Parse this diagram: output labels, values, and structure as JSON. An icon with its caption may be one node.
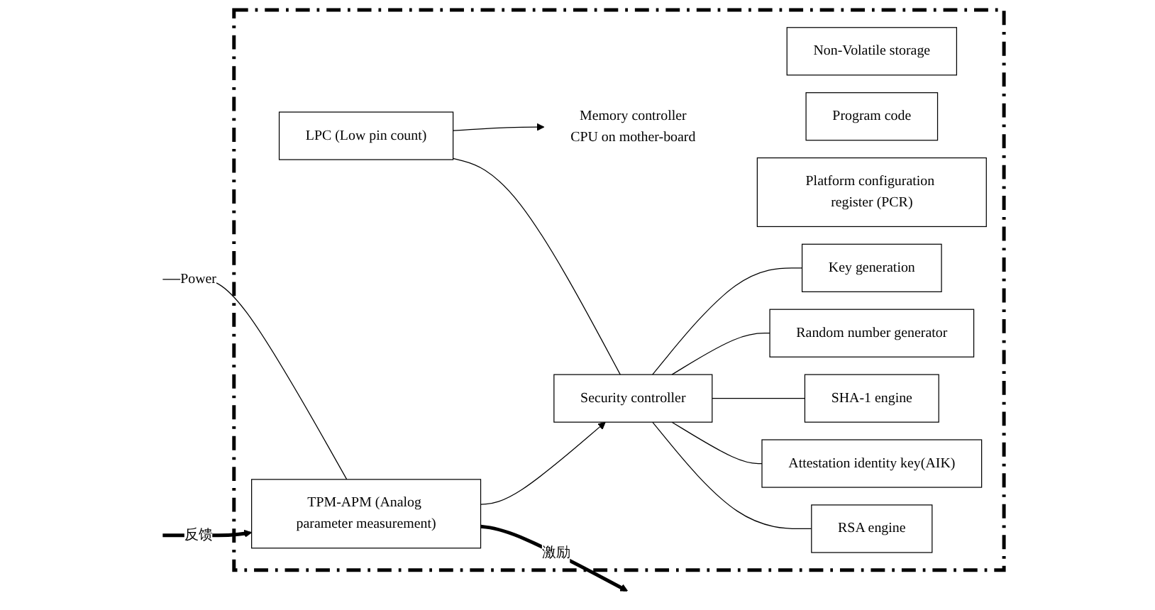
{
  "diagram": {
    "nodes": [
      {
        "text": [],
        "shape": "box"
      },
      {
        "text": [
          "Memory controller",
          "CPU on mother-board"
        ],
        "in": 0
      },
      {
        "text": [
          "LPC (Low pin count)"
        ],
        "in": 0
      },
      {
        "text": [
          "TPM-APM (Analog parameter measurement)"
        ],
        "in": 0
      },
      {
        "text": [
          "Security controller"
        ],
        "in": 0
      },
      {
        "text": [
          "Non-Volatile storage"
        ],
        "in": 0
      },
      {
        "text": [
          "Program code"
        ],
        "in": 0
      },
      {
        "text": [
          "Platform configuration register (PCR)"
        ],
        "in": 0
      },
      {
        "text": [
          "Key generation"
        ],
        "in": 0
      },
      {
        "text": [
          "Random number generator"
        ],
        "in": 0
      },
      {
        "text": [
          "SHA-1 engine"
        ],
        "in": 0
      },
      {
        "text": [
          "Attestation identity key(AIK)"
        ],
        "in": 0
      },
      {
        "text": [
          "RSA engine"
        ],
        "in": 0
      }
    ],
    "edges": [
      {
        "from": 2,
        "to": 1,
        "arrow": "to"
      },
      {
        "from": 2,
        "to": 4,
        "arrow": "none"
      },
      {
        "from": 3,
        "to": 4,
        "arrow": "to"
      },
      {
        "from": 4,
        "to": 8,
        "arrow": "none"
      },
      {
        "from": 4,
        "to": 9,
        "arrow": "none"
      },
      {
        "from": 4,
        "to": 10,
        "arrow": "none"
      },
      {
        "from": 4,
        "to": 11,
        "arrow": "none"
      },
      {
        "from": 4,
        "to": 12,
        "arrow": "none"
      },
      {
        "from": null,
        "to": 3,
        "arrow": "none",
        "label": "Power"
      },
      {
        "from": 3,
        "to": null,
        "arrow": "to",
        "label": "激励",
        "style": "thick"
      },
      {
        "from": null,
        "to": 3,
        "arrow": "to",
        "label": "反馈",
        "style": "thick"
      }
    ]
  }
}
